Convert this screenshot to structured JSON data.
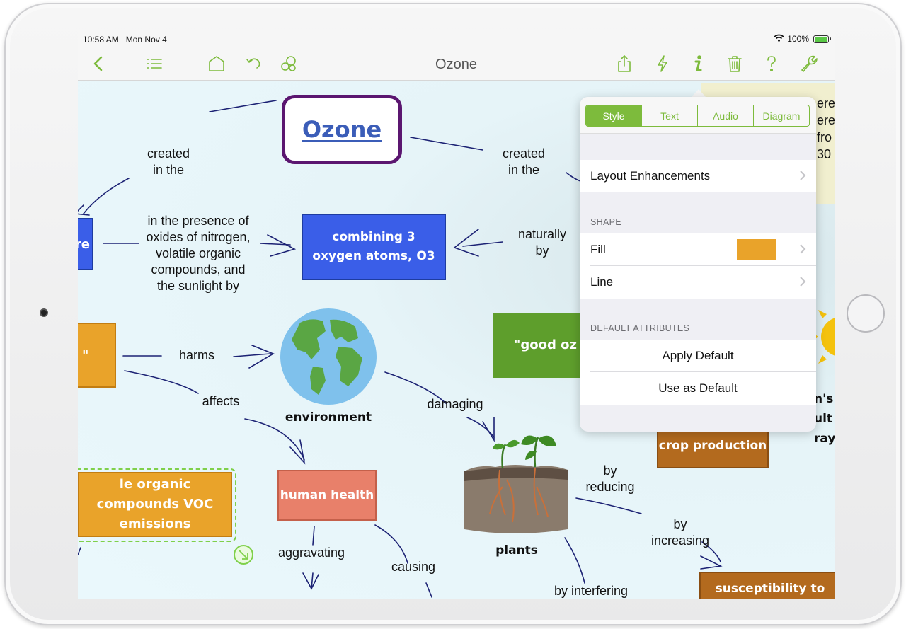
{
  "status": {
    "time": "10:58 AM",
    "date": "Mon Nov 4",
    "battery": "100%"
  },
  "toolbar": {
    "title": "Ozone"
  },
  "map": {
    "center": "Ozone",
    "nodes": {
      "combining": "combining 3 oxygen atoms, O3",
      "left_partial": "re",
      "orange_partial": "\"",
      "voc": "le organic compounds VOC emissions",
      "human_health": "human health",
      "good_ozone": "\"good oz protect",
      "crop": "crop production",
      "susceptibility": "susceptibility to"
    },
    "labels": {
      "created_left": "created\nin the",
      "created_right": "created\nin the",
      "presence": "in the presence of\noxides of nitrogen,\nvolatile organic\ncompounds, and\nthe sunlight by",
      "naturally": "naturally\nby",
      "harms": "harms",
      "affects": "affects",
      "damaging": "damaging",
      "by_reducing": "by\nreducing",
      "by_increasing": "by\nincreasing",
      "aggravating": "aggravating",
      "causing": "causing",
      "by_interfering": "by interfering",
      "environment": "environment",
      "plants": "plants",
      "right_bold": "n's\nult\nray",
      "right_note": "ere\nere\nfro\n30"
    }
  },
  "popover": {
    "tabs": [
      "Style",
      "Text",
      "Audio",
      "Diagram"
    ],
    "active_tab": "Style",
    "layout_enhancements": "Layout Enhancements",
    "section_shape": "SHAPE",
    "fill": "Fill",
    "fill_color": "#e9a32a",
    "line": "Line",
    "section_defaults": "DEFAULT ATTRIBUTES",
    "apply_default": "Apply Default",
    "use_as_default": "Use as Default"
  },
  "colors": {
    "accent": "#7dbb3c",
    "blue_node": "#3a5ee8",
    "orange_node": "#e9a32a",
    "green_node": "#5e9e2c",
    "brown_node": "#b36a1e",
    "salmon_node": "#e8806a",
    "center_border": "#5b1670"
  }
}
